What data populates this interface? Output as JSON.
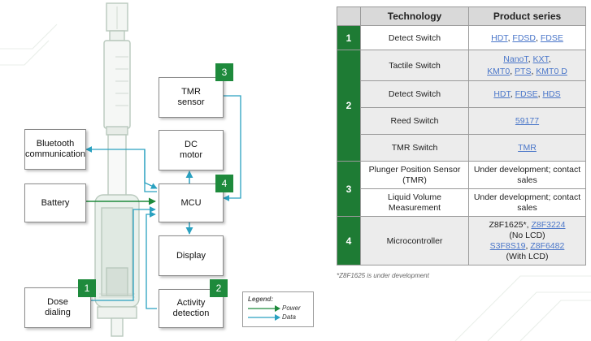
{
  "diagram": {
    "boxes": {
      "bluetooth": "Bluetooth\ncommunication",
      "battery": "Battery",
      "dose": "Dose\ndialing",
      "tmr": "TMR\nsensor",
      "dc_motor": "DC\nmotor",
      "mcu": "MCU",
      "display": "Display",
      "activity": "Activity\ndetection"
    },
    "badges": {
      "tmr": "3",
      "mcu": "4",
      "dose": "1",
      "activity": "2"
    },
    "legend": {
      "title": "Legend:",
      "power": "Power",
      "data": "Data"
    },
    "colors": {
      "power": "#1e8a3c",
      "data": "#2aa1c0",
      "badge": "#1e8a3c"
    }
  },
  "table": {
    "headers": [
      "Technology",
      "Product series"
    ],
    "groups": [
      {
        "num": "1",
        "rows": [
          {
            "tech": "Detect Switch",
            "products": [
              "HDT",
              "FDSD",
              "FDSE"
            ],
            "lines": [
              [
                0,
                1,
                2
              ]
            ]
          }
        ]
      },
      {
        "num": "2",
        "rows": [
          {
            "tech": "Tactile Switch",
            "products": [
              "NanoT",
              "KXT",
              "KMT0",
              "PTS",
              "KMT0 D"
            ],
            "lines": [
              [
                0,
                1
              ],
              [
                2,
                3,
                4
              ]
            ]
          },
          {
            "tech": "Detect Switch",
            "products": [
              "HDT",
              "FDSE",
              "HDS"
            ],
            "lines": [
              [
                0,
                1,
                2
              ]
            ]
          },
          {
            "tech": "Reed Switch",
            "products": [
              "59177"
            ],
            "lines": [
              [
                0
              ]
            ]
          },
          {
            "tech": "TMR Switch",
            "products": [
              "TMR"
            ],
            "lines": [
              [
                0
              ]
            ]
          }
        ]
      },
      {
        "num": "3",
        "rows": [
          {
            "tech": "Plunger Position Sensor (TMR)",
            "text": "Under development; contact sales"
          },
          {
            "tech": "Liquid Volume Measurement",
            "text": "Under development; contact sales"
          }
        ]
      },
      {
        "num": "4",
        "rows": [
          {
            "tech": "Microcontroller",
            "mcu": {
              "plain1": "Z8F1625*,",
              "link1": "Z8F3224",
              "note1": "(No LCD)",
              "link2": "S3F8S19",
              "link3": "Z8F6482",
              "note2": "(With LCD)"
            }
          }
        ]
      }
    ],
    "footnote": "*Z8F1625 is under development"
  }
}
